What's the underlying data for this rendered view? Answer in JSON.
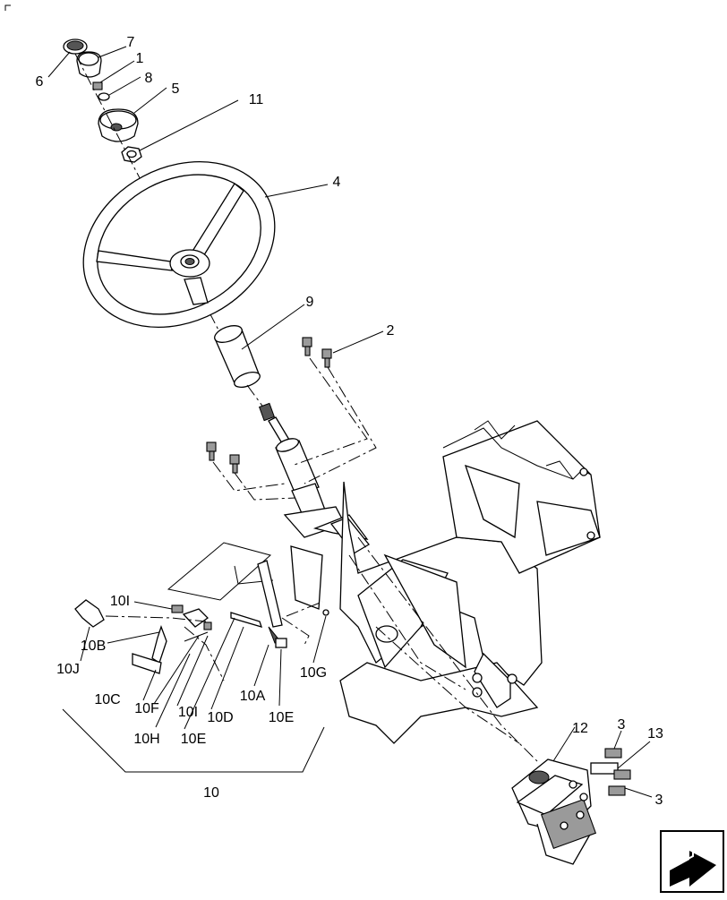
{
  "callouts": [
    "6",
    "7",
    "1",
    "8",
    "5",
    "11",
    "4",
    "9",
    "2",
    "12",
    "3",
    "13",
    "3",
    "10I",
    "10B",
    "10J",
    "10C",
    "10F",
    "10H",
    "10I",
    "10E",
    "10D",
    "10A",
    "10E",
    "10G",
    "10"
  ],
  "nav": {
    "icon": "next-page-arrow-icon"
  }
}
